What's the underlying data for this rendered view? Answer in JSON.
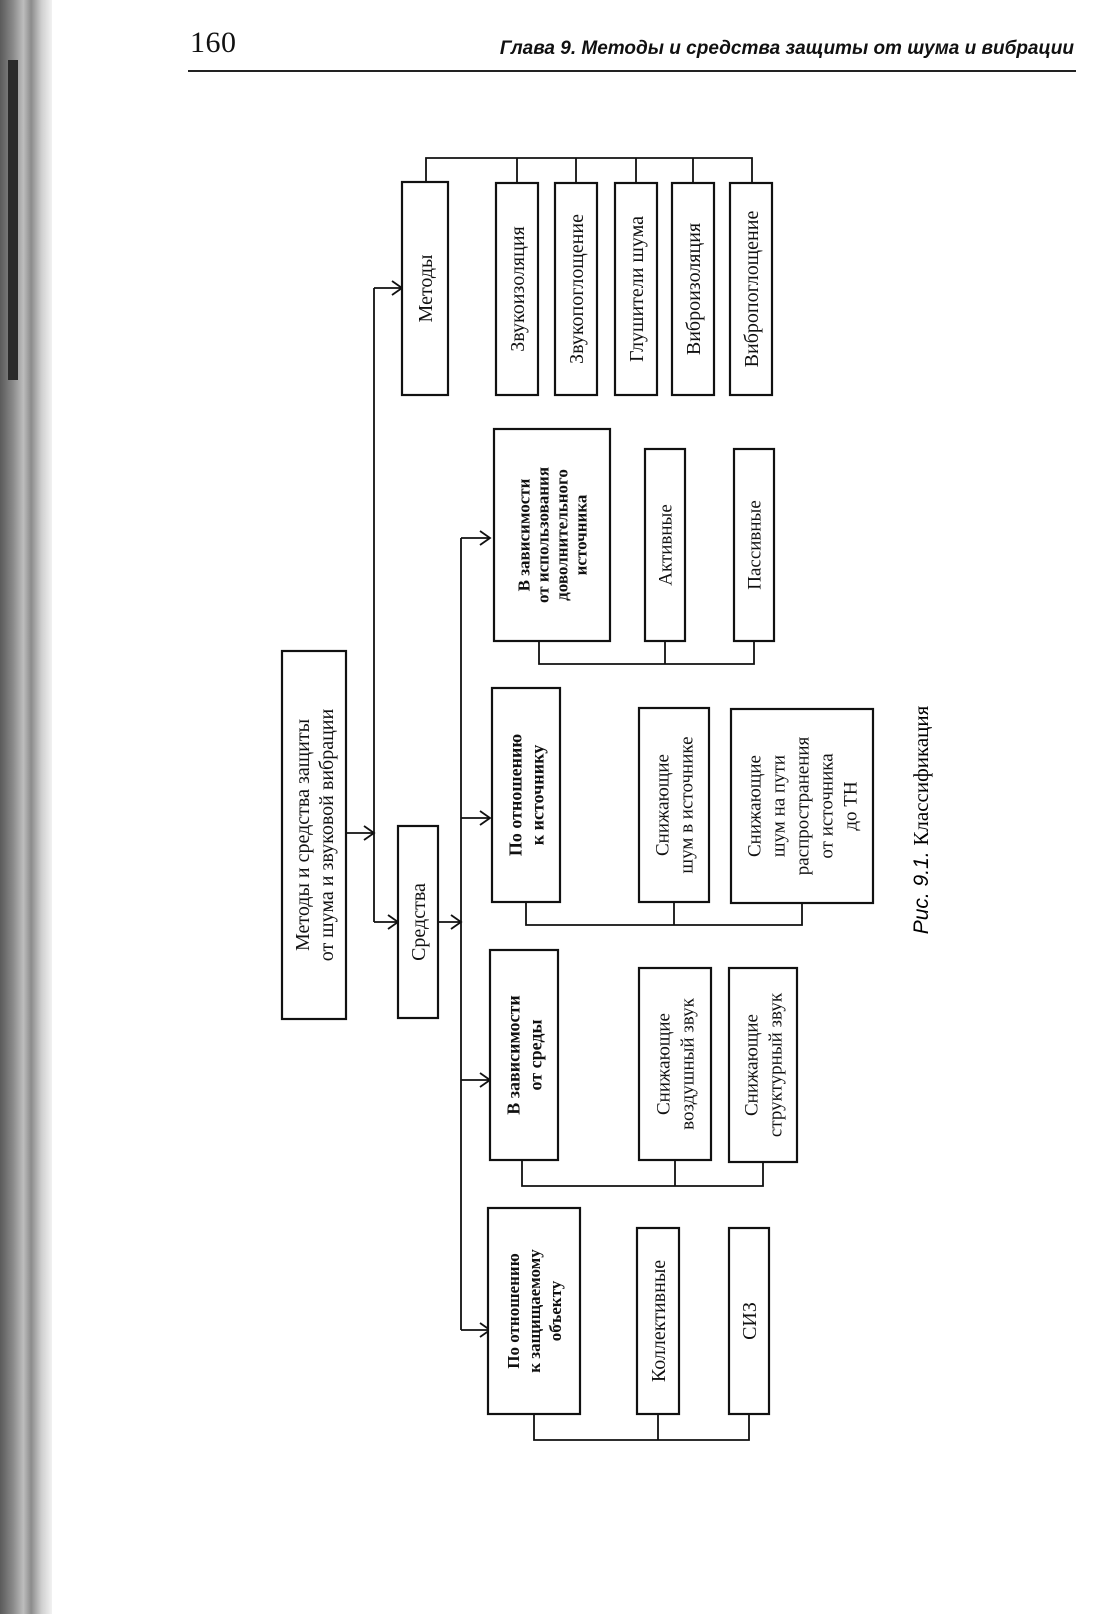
{
  "header": {
    "page_number": "160",
    "running_head": "Глава 9. Методы и средства защиты от шума и вибрации"
  },
  "figure": {
    "root": [
      "Методы и средства защиты",
      "от шума и звуковой вибрации"
    ],
    "methods": {
      "label": [
        "Методы"
      ],
      "items": [
        [
          "Звукоизоляция"
        ],
        [
          "Звукопоглощение"
        ],
        [
          "Глушители шума"
        ],
        [
          "Виброизоляция"
        ],
        [
          "Вибропоглощение"
        ]
      ]
    },
    "means": {
      "label": [
        "Средства"
      ],
      "groups": [
        {
          "title": [
            "В зависимости",
            "от использования",
            "доволнительного",
            "источника"
          ],
          "items": [
            [
              "Активные"
            ],
            [
              "Пассивные"
            ]
          ]
        },
        {
          "title": [
            "По отношению",
            "к источнику"
          ],
          "items": [
            [
              "Снижающие",
              "шум в источнике"
            ],
            [
              "Снижающие",
              "шум на пути",
              "распространения",
              "от источника",
              "до ТН"
            ]
          ]
        },
        {
          "title": [
            "В зависимости",
            "от среды"
          ],
          "items": [
            [
              "Снижающие",
              "воздушный звук"
            ],
            [
              "Снижающие",
              "структурный звук"
            ]
          ]
        },
        {
          "title": [
            "По отношению",
            "к защищаемому",
            "объекту"
          ],
          "items": [
            [
              "Коллективные"
            ],
            [
              "СИЗ"
            ]
          ]
        }
      ]
    },
    "caption": {
      "label": "Рис. 9.1.",
      "text": "Классификация"
    }
  }
}
